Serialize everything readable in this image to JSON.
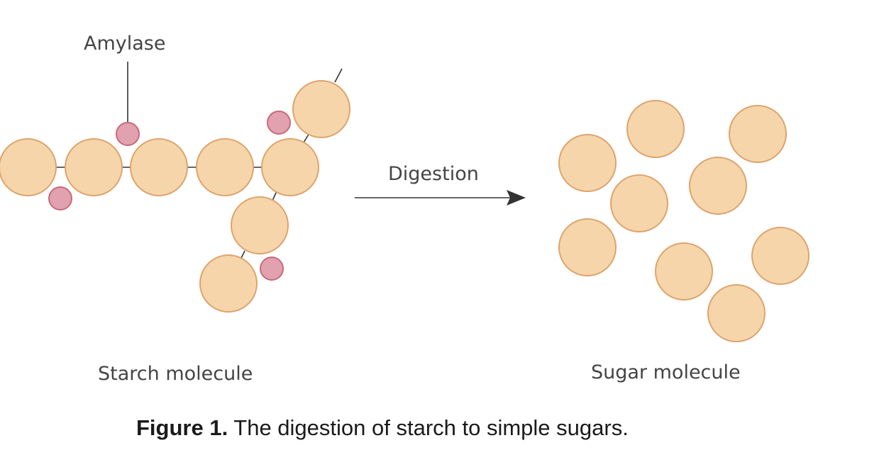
{
  "diagram": {
    "amylase_label": "Amylase",
    "process_label": "Digestion",
    "left_label": "Starch molecule",
    "right_label": "Sugar molecule",
    "colors": {
      "glucose_fill": "#f6d5aa",
      "glucose_stroke": "#dda46d",
      "amylase_fill": "#e1a1ae",
      "amylase_stroke": "#c9697d",
      "line": "#333333"
    }
  },
  "caption": {
    "figure_number": "Figure 1.",
    "text": "The digestion of starch to simple sugars."
  }
}
